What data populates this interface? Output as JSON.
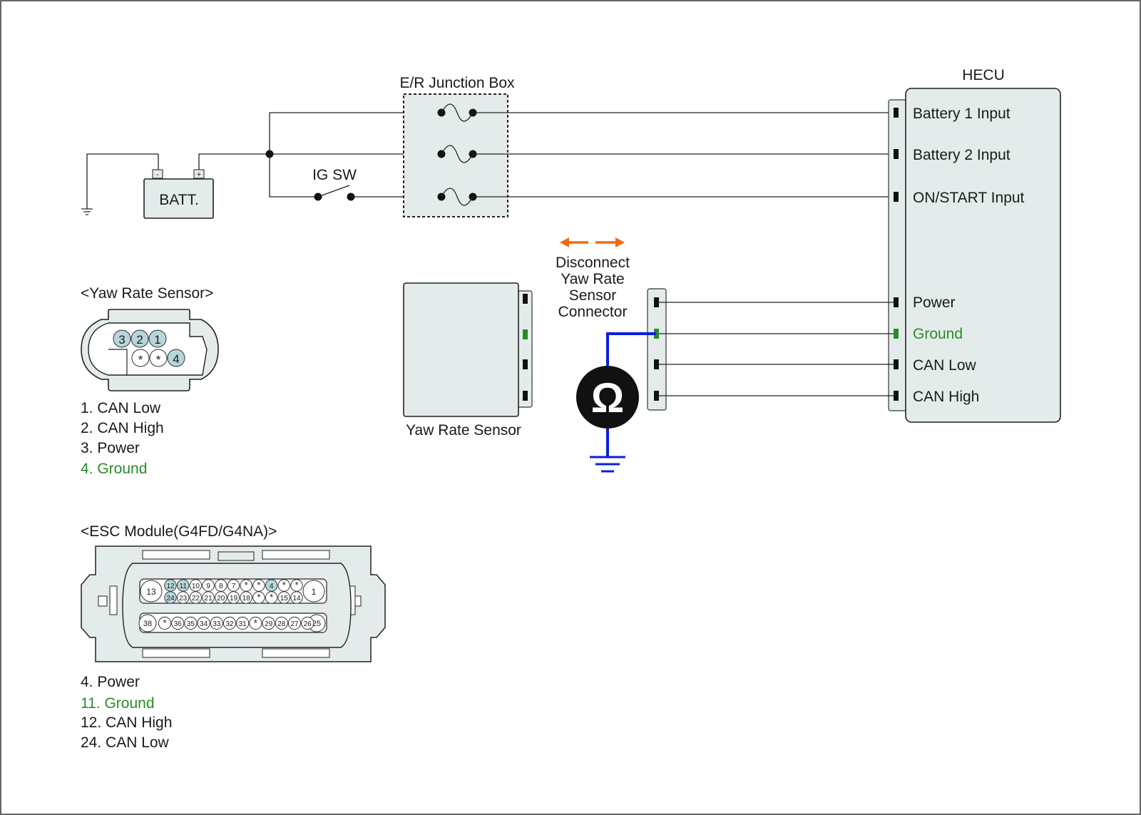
{
  "junction_box": {
    "title": "E/R Junction Box"
  },
  "battery": {
    "label": "BATT.",
    "neg": "-",
    "pos": "+"
  },
  "ig_switch": {
    "label": "IG SW"
  },
  "hecu": {
    "title": "HECU",
    "pins": {
      "battery1": "Battery 1 Input",
      "battery2": "Battery 2 Input",
      "on_start": "ON/START Input",
      "power": "Power",
      "ground": "Ground",
      "can_low": "CAN Low",
      "can_high": "CAN High"
    }
  },
  "disconnect": {
    "line1": "Disconnect",
    "line2": "Yaw Rate",
    "line3": "Sensor",
    "line4": "Connector"
  },
  "yaw_sensor": {
    "label": "Yaw Rate Sensor"
  },
  "ohm_symbol": "Ω",
  "yaw_connector": {
    "title": "<Yaw Rate Sensor>",
    "pins": [
      "3",
      "2",
      "1",
      "*",
      "*",
      "4"
    ],
    "legend": {
      "p1": "1. CAN Low",
      "p2": "2. CAN High",
      "p3": "3. Power",
      "p4": "4. Ground"
    }
  },
  "esc_connector": {
    "title": "<ESC Module(G4FD/G4NA)>",
    "row1": [
      "12",
      "11",
      "10",
      "9",
      "8",
      "7",
      "*",
      "*",
      "4",
      "*",
      "*"
    ],
    "row2": [
      "24",
      "23",
      "22",
      "21",
      "20",
      "19",
      "18",
      "*",
      "*",
      "15",
      "14"
    ],
    "row3": [
      "*",
      "36",
      "35",
      "34",
      "33",
      "32",
      "31",
      "*",
      "29",
      "28",
      "27",
      "26"
    ],
    "big": {
      "left_top": "13",
      "right_top": "1",
      "left_bottom": "38",
      "right_bottom": "25"
    },
    "legend": {
      "p4": "4. Power",
      "p11": "11. Ground",
      "p12": "12. CAN High",
      "p24": "24. CAN Low"
    }
  },
  "colors": {
    "ground_highlight": "#2a8a2a",
    "meter_lead": "#0a1ee0",
    "arrow": "#f06a10",
    "panel_fill": "#e4eceb",
    "pin_highlight": "#b7d6dc"
  }
}
